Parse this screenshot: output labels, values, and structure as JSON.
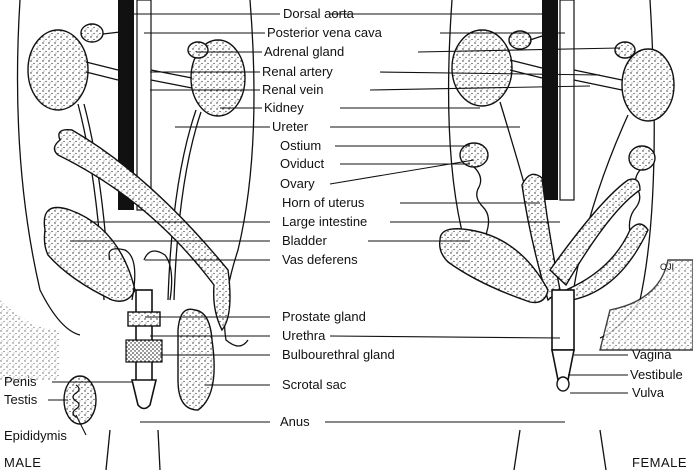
{
  "center_labels": [
    "Dorsal aorta",
    "Posterior vena cava",
    "Adrenal gland",
    "Renal artery",
    "Renal vein",
    "Kidney",
    "Ureter",
    "Ostium",
    "Oviduct",
    "Ovary",
    "Horn of uterus",
    "Large intestine",
    "Bladder",
    "Vas deferens",
    "Prostate gland",
    "Urethra",
    "Bulbourethral gland",
    "Scrotal sac",
    "Anus"
  ],
  "male_side_labels": [
    "Penis",
    "Testis",
    "Epididymis"
  ],
  "female_side_labels": [
    "Vagina",
    "Vestibule",
    "Vulva"
  ],
  "panel_labels": {
    "male": "MALE",
    "female": "FEMALE"
  },
  "signature": "OJI"
}
